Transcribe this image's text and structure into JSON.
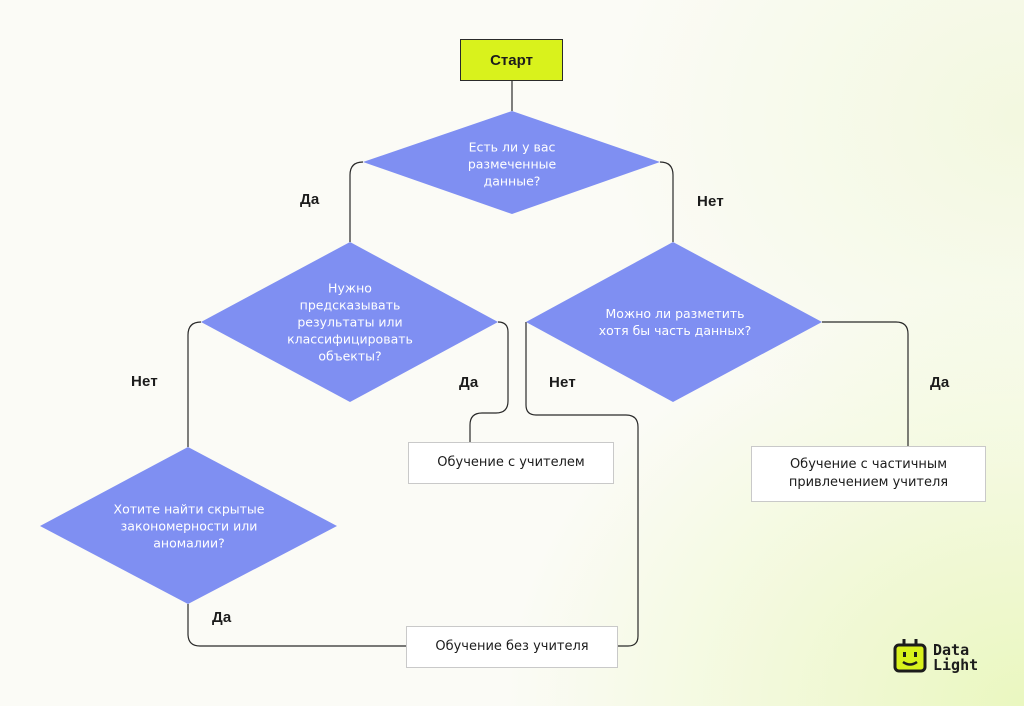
{
  "start": {
    "label": "Старт"
  },
  "decisions": {
    "labeled_data": "Есть ли у вас\nразмеченные\nданные?",
    "predict_classify": "Нужно\nпредсказывать\nрезультаты или\nклассифицировать\nобъекты?",
    "partial_label": "Можно ли разметить\nхотя бы часть данных?",
    "hidden_patterns": "Хотите найти скрытые\nзакономерности или\nаномалии?"
  },
  "branches": {
    "yes": "Да",
    "no": "Нет"
  },
  "outcomes": {
    "supervised": "Обучение с учителем",
    "semi_supervised": "Обучение с частичным\nпривлечением учителя",
    "unsupervised": "Обучение без учителя"
  },
  "logo": {
    "text": "Data\nLight",
    "icon": "robot-face-icon"
  },
  "colors": {
    "diamond": "#7f8ff2",
    "start": "#d9f21c",
    "line": "#2a2a2a"
  }
}
